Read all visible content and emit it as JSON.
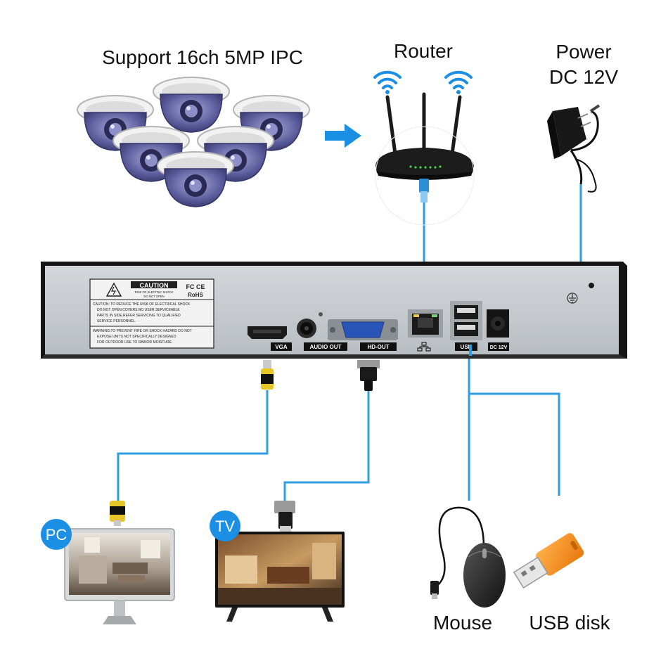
{
  "captions": {
    "cameras": "Support 16ch 5MP IPC",
    "router": "Router",
    "power_line1": "Power",
    "power_line2": "DC 12V",
    "mouse": "Mouse",
    "usb_disk": "USB disk"
  },
  "badges": {
    "pc": "PC",
    "tv": "TV"
  },
  "ports": {
    "vga": "VGA",
    "audio_out": "AUDIO OUT",
    "hd_out": "HD-OUT",
    "usb": "USB",
    "dc12v": "DC 12V"
  },
  "caution_label": {
    "title": "CAUTION",
    "sub1": "RISK OF ELECTRIC SHOCK",
    "sub2": "DO NOT OPEN",
    "marks": "FC CE",
    "rohs": "RoHS",
    "line1": "CAUTION: TO REDUCE THE RISK OF ELECTRICAL SHOCK",
    "line2": "DO NOT OPEN COVERS.NO USER SERVICEABLE",
    "line3": "PARTS IN SIDE.REFER SERVICING TO QUALIFIED",
    "line4": "SERVICE PERSONNEL.",
    "line5": "WARNING:TO PREVENT FIRE OR SHOCK HAZARD DO NOT",
    "line6": "EXPOSE UNITS NOT SPECIFICALLY DESIGNED",
    "line7": "FOR OUTDOOR USE TO RAINOR MOISTURE."
  },
  "colors": {
    "wire": "#2f9ee0",
    "arrow": "#1a8fe3",
    "badge": "#1a8fe3",
    "usb_orange": "#f7941d",
    "nvr_panel": "#c9cdd1",
    "dark": "#1e1e1e"
  },
  "icons": [
    "wifi-icon",
    "ground-icon",
    "network-icon",
    "warning-triangle-icon"
  ]
}
